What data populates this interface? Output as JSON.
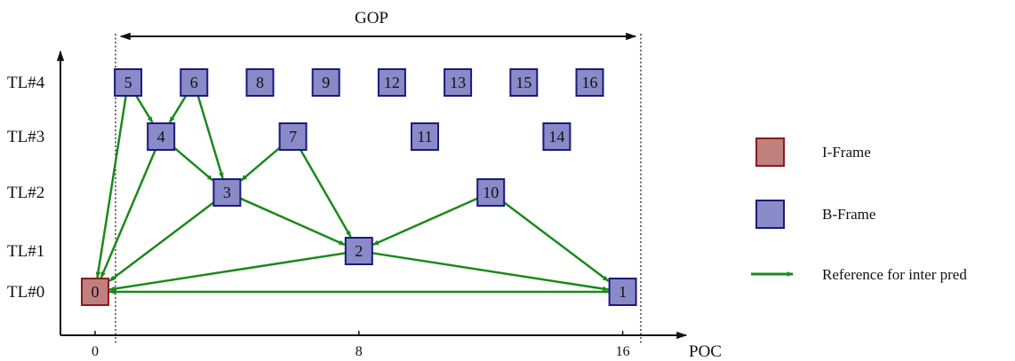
{
  "gop_label": "GOP",
  "axis": {
    "x_label": "POC",
    "x_ticks": [
      "0",
      "8",
      "16"
    ],
    "y_levels": [
      "TL#0",
      "TL#1",
      "TL#2",
      "TL#3",
      "TL#4"
    ]
  },
  "colors": {
    "i_frame_fill": "#c08080",
    "i_frame_stroke": "#8b1a1a",
    "b_frame_fill": "#8a8ac8",
    "b_frame_stroke": "#1a1a7a",
    "arrow": "#1a8a1a"
  },
  "frames": [
    {
      "id": "0",
      "poc": 0,
      "level": 0,
      "type": "I"
    },
    {
      "id": "1",
      "poc": 16,
      "level": 0,
      "type": "B"
    },
    {
      "id": "2",
      "poc": 8,
      "level": 1,
      "type": "B"
    },
    {
      "id": "3",
      "poc": 4,
      "level": 2,
      "type": "B"
    },
    {
      "id": "10",
      "poc": 12,
      "level": 2,
      "type": "B"
    },
    {
      "id": "4",
      "poc": 2,
      "level": 3,
      "type": "B"
    },
    {
      "id": "7",
      "poc": 6,
      "level": 3,
      "type": "B"
    },
    {
      "id": "11",
      "poc": 10,
      "level": 3,
      "type": "B"
    },
    {
      "id": "14",
      "poc": 14,
      "level": 3,
      "type": "B"
    },
    {
      "id": "5",
      "poc": 1,
      "level": 4,
      "type": "B"
    },
    {
      "id": "6",
      "poc": 3,
      "level": 4,
      "type": "B"
    },
    {
      "id": "8",
      "poc": 5,
      "level": 4,
      "type": "B"
    },
    {
      "id": "9",
      "poc": 7,
      "level": 4,
      "type": "B"
    },
    {
      "id": "12",
      "poc": 9,
      "level": 4,
      "type": "B"
    },
    {
      "id": "13",
      "poc": 11,
      "level": 4,
      "type": "B"
    },
    {
      "id": "15",
      "poc": 13,
      "level": 4,
      "type": "B"
    },
    {
      "id": "16",
      "poc": 15,
      "level": 4,
      "type": "B"
    }
  ],
  "references": [
    {
      "from": "1",
      "to": "0"
    },
    {
      "from": "2",
      "to": "0"
    },
    {
      "from": "2",
      "to": "1"
    },
    {
      "from": "3",
      "to": "0"
    },
    {
      "from": "3",
      "to": "2"
    },
    {
      "from": "10",
      "to": "2"
    },
    {
      "from": "10",
      "to": "1"
    },
    {
      "from": "4",
      "to": "0"
    },
    {
      "from": "4",
      "to": "3"
    },
    {
      "from": "7",
      "to": "3"
    },
    {
      "from": "7",
      "to": "2"
    },
    {
      "from": "5",
      "to": "0"
    },
    {
      "from": "5",
      "to": "4"
    },
    {
      "from": "6",
      "to": "4"
    },
    {
      "from": "6",
      "to": "3"
    }
  ],
  "legend": {
    "i_frame": "I-Frame",
    "b_frame": "B-Frame",
    "reference": "Reference for inter pred"
  }
}
